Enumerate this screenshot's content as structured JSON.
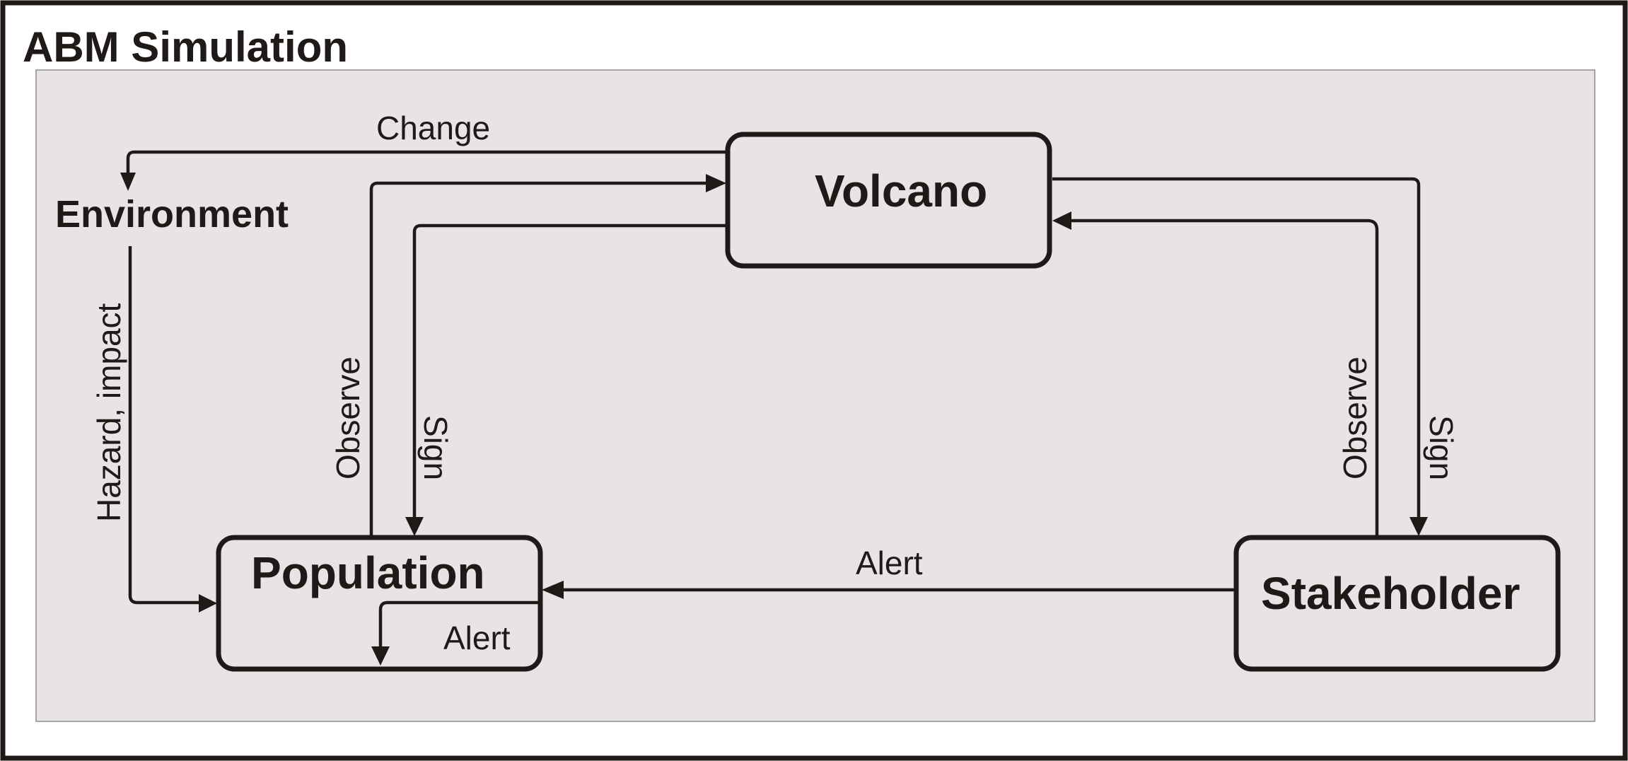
{
  "title": "ABM Simulation",
  "nodes": {
    "volcano": "Volcano",
    "environment": "Environment",
    "population": "Population",
    "stakeholder": "Stakeholder"
  },
  "edges": {
    "change": "Change",
    "hazard_impact": "Hazard, impact",
    "population_observe": "Observe",
    "population_sign": "Sign",
    "stakeholder_observe": "Observe",
    "stakeholder_sign": "Sign",
    "stakeholder_alert": "Alert",
    "population_self_alert": "Alert"
  },
  "colors": {
    "panel_background": "#e8e4e5",
    "stroke": "#1f1a17"
  }
}
